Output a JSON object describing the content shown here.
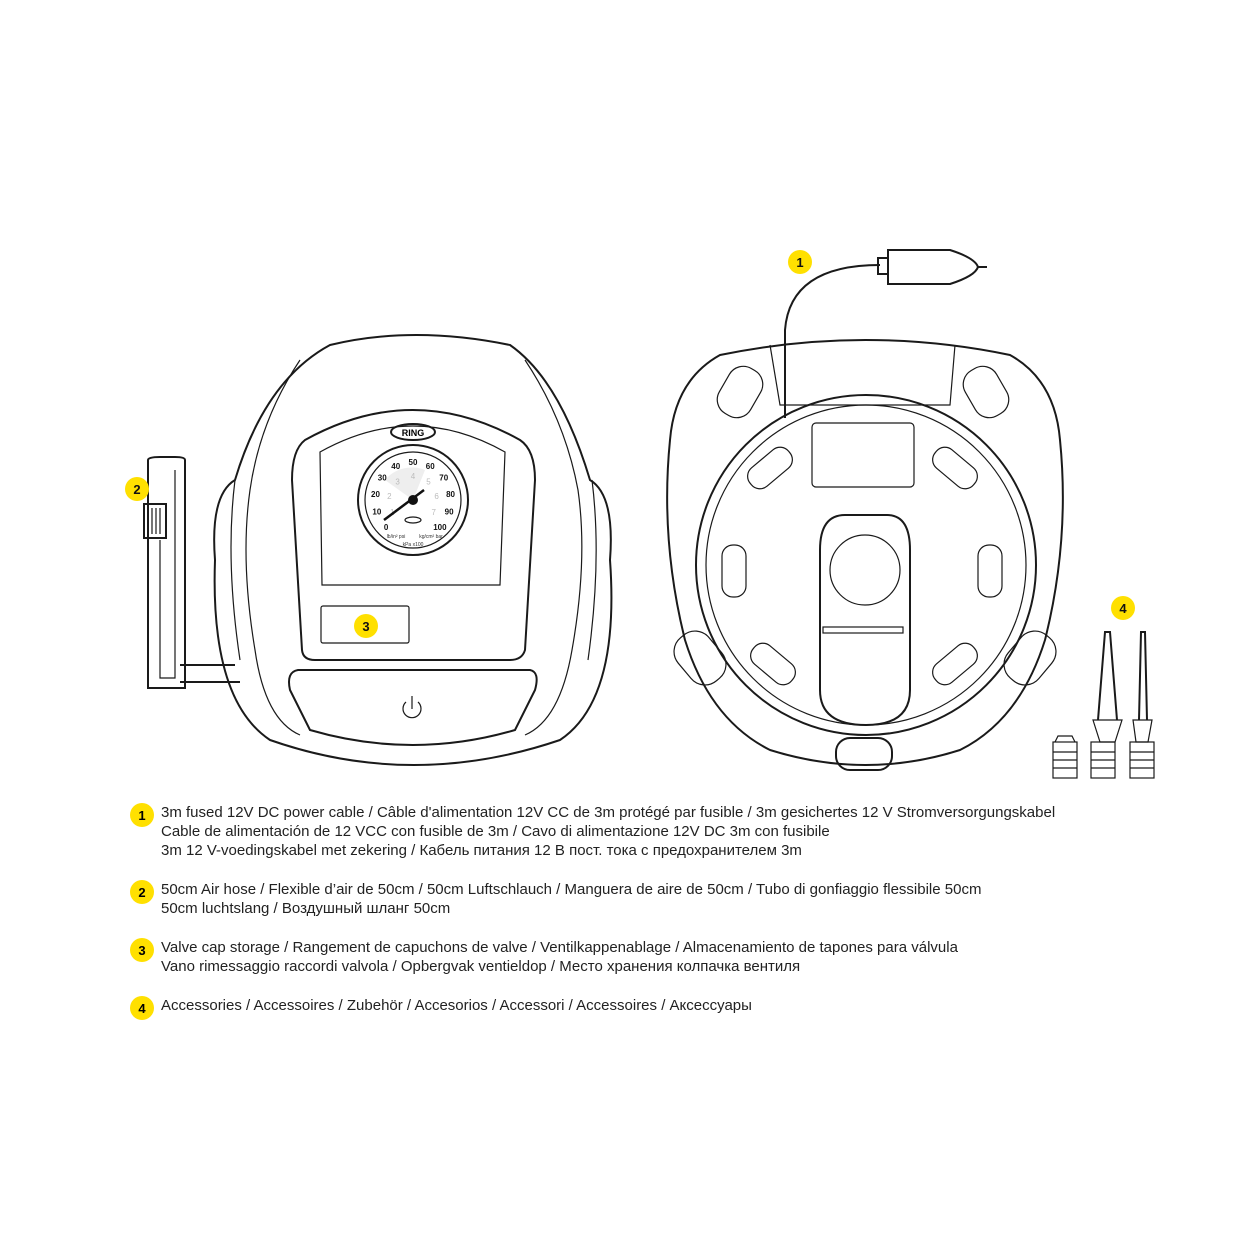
{
  "callouts": [
    "1",
    "2",
    "3",
    "4"
  ],
  "gauge": {
    "brand": "RING",
    "outer_scale": [
      "0",
      "10",
      "20",
      "30",
      "40",
      "50",
      "60",
      "70",
      "80",
      "90",
      "100"
    ],
    "inner_scale": [
      "1",
      "2",
      "3",
      "4",
      "5",
      "6",
      "7"
    ],
    "unit_left": "lb/in² psi",
    "unit_right": "kg/cm² bar",
    "unit_bottom": "kPa x100",
    "badge": "RING"
  },
  "badge_color": "#ffe000",
  "legend": [
    {
      "num": "1",
      "lines": [
        "3m fused 12V DC power cable / Câble d'alimentation 12V CC de 3m protégé par fusible / 3m gesichertes 12 V Stromversorgungskabel",
        "Cable de alimentación de 12 VCC con fusible de 3m / Cavo di alimentazione 12V DC 3m con fusibile",
        "3m 12 V-voedingskabel met zekering / Кабель питания 12 В пост. тока с предохранителем 3m"
      ]
    },
    {
      "num": "2",
      "lines": [
        "50cm Air hose / Flexible d’air de 50cm / 50cm Luftschlauch / Manguera de aire de 50cm / Tubo di gonfiaggio flessibile 50cm",
        "50cm luchtslang / Воздушный шланг 50cm"
      ]
    },
    {
      "num": "3",
      "lines": [
        "Valve cap storage / Rangement de capuchons de valve / Ventilkappenablage / Almacenamiento de tapones para válvula",
        "Vano rimessaggio raccordi valvola / Opbergvak ventieldop / Место хранения колпачка вентиля"
      ]
    },
    {
      "num": "4",
      "lines": [
        "Accessories / Accessoires / Zubehör / Accesorios / Accessori / Accessoires / Аксессуары"
      ]
    }
  ]
}
